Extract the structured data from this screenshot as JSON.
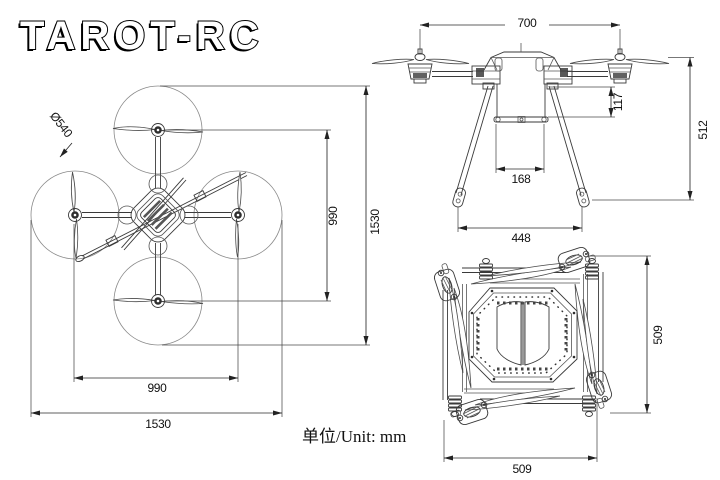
{
  "brand": {
    "logo_text": "TAROT-RC"
  },
  "unit_note": {
    "text": "单位/Unit: mm"
  },
  "colors": {
    "background": "#ffffff",
    "line": "#3a3a3a",
    "text": "#111111"
  },
  "views": {
    "top_view": {
      "dims": {
        "prop_diameter": "Ø540",
        "span_vertical": "990",
        "overall_vertical": "1530",
        "span_horizontal": "990",
        "overall_horizontal": "1530"
      }
    },
    "front_view": {
      "dims": {
        "motor_span": "700",
        "payload_height": "117",
        "overall_height": "512",
        "battery_width": "168",
        "landing_gear_span": "448"
      }
    },
    "folded_view": {
      "dims": {
        "height": "509",
        "width": "509"
      }
    }
  }
}
